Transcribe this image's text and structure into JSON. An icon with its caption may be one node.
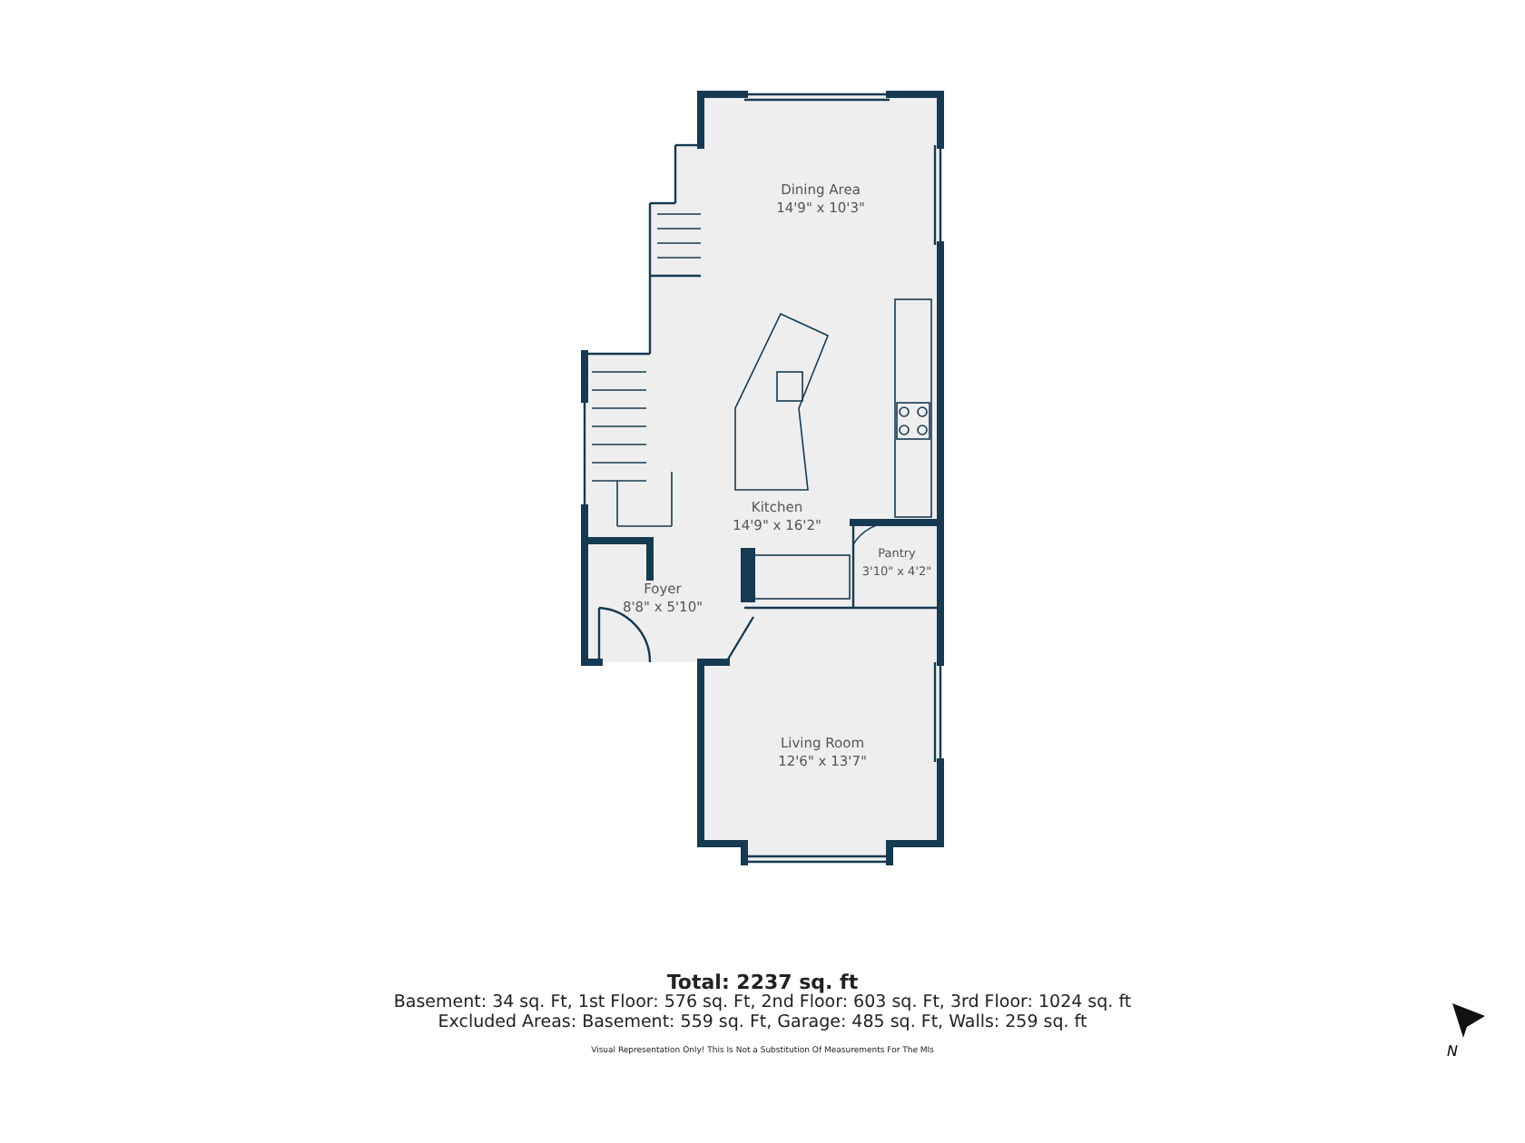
{
  "diagram": {
    "nodes": [
      {
        "text": [
          "Dining Area",
          "14'9\" x 10'3\""
        ]
      },
      {
        "text": [
          "Kitchen",
          "14'9\" x 16'2\""
        ]
      },
      {
        "text": [
          "Pantry",
          "3'10\" x 4'2\""
        ]
      },
      {
        "text": [
          "Foyer",
          "8'8\" x 5'10\""
        ]
      },
      {
        "text": [
          "Living Room",
          "12'6\" x 13'7\""
        ]
      }
    ],
    "edges": [],
    "labels": [
      "Total: 2237 sq. ft",
      "Basement: 34 sq. Ft, 1st Floor: 576 sq. Ft, 2nd Floor: 603 sq. Ft, 3rd Floor: 1024 sq. ft",
      "Excluded Areas: Basement: 559 sq. Ft, Garage: 485 sq. Ft, Walls: 259 sq. ft",
      "Visual Representation Only! This Is Not a Substitution Of Measurements For The Mls",
      "N"
    ]
  }
}
